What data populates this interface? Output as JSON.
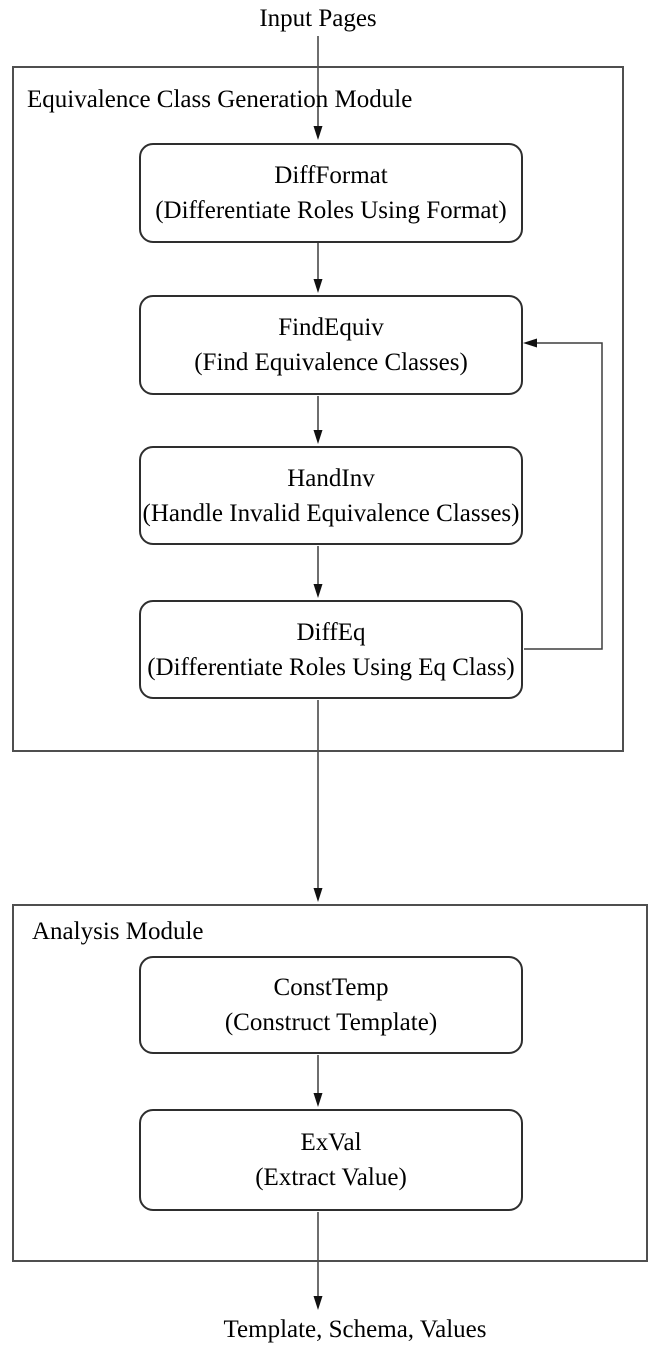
{
  "diagram": {
    "input_label": "Input Pages",
    "output_label": "Template, Schema, Values",
    "modules": [
      {
        "label": "Equivalence Class Generation Module",
        "steps": [
          {
            "name": "DiffFormat",
            "desc": "(Differentiate Roles Using Format)"
          },
          {
            "name": "FindEquiv",
            "desc": "(Find Equivalence Classes)"
          },
          {
            "name": "HandInv",
            "desc": "(Handle Invalid Equivalence Classes)"
          },
          {
            "name": "DiffEq",
            "desc": "(Differentiate Roles Using Eq Class)"
          }
        ]
      },
      {
        "label": "Analysis Module",
        "steps": [
          {
            "name": "ConstTemp",
            "desc": "(Construct Template)"
          },
          {
            "name": "ExVal",
            "desc": "(Extract Value)"
          }
        ]
      }
    ],
    "edges": {
      "feedback": {
        "from": "DiffEq",
        "to": "FindEquiv"
      }
    },
    "colors": {
      "text": "#000000",
      "module_border": "#4f4f4f",
      "node_border": "#2e2e2e",
      "edge": "#3d3d3d",
      "arrowhead": "#111111",
      "background": "#ffffff"
    }
  }
}
